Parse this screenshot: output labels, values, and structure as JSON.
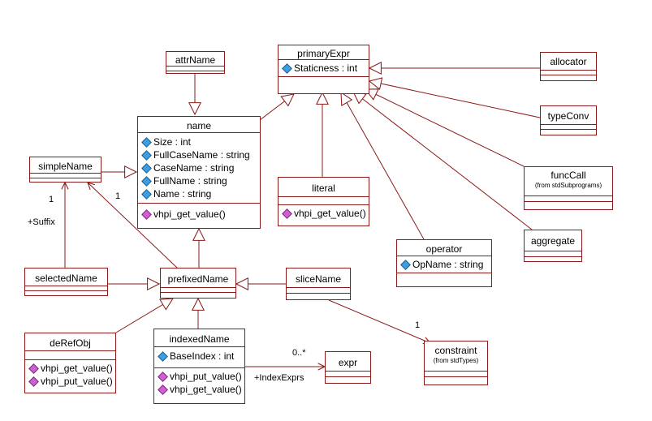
{
  "classes": {
    "primaryExpr": {
      "name": "primaryExpr",
      "attrs": [
        "Staticness : int"
      ]
    },
    "attrName": {
      "name": "attrName"
    },
    "allocator": {
      "name": "allocator"
    },
    "typeConv": {
      "name": "typeConv"
    },
    "name": {
      "name": "name",
      "attrs": [
        "Size : int",
        "FullCaseName : string",
        "CaseName : string",
        "FullName : string",
        "Name : string"
      ],
      "ops": [
        "vhpi_get_value()"
      ]
    },
    "simpleName": {
      "name": "simpleName"
    },
    "literal": {
      "name": "literal",
      "ops": [
        "vhpi_get_value()"
      ]
    },
    "funcCall": {
      "name": "funcCall",
      "sub": "(from stdSubprograms)"
    },
    "operator": {
      "name": "operator",
      "attrs": [
        "OpName : string"
      ]
    },
    "aggregate": {
      "name": "aggregate"
    },
    "selectedName": {
      "name": "selectedName"
    },
    "prefixedName": {
      "name": "prefixedName"
    },
    "sliceName": {
      "name": "sliceName"
    },
    "deRefObj": {
      "name": "deRefObj",
      "ops": [
        "vhpi_get_value()",
        "vhpi_put_value()"
      ]
    },
    "indexedName": {
      "name": "indexedName",
      "attrs": [
        "BaseIndex : int"
      ],
      "ops": [
        "vhpi_put_value()",
        "vhpi_get_value()"
      ]
    },
    "expr": {
      "name": "expr"
    },
    "constraint": {
      "name": "constraint",
      "sub": "(from stdTypes)"
    }
  },
  "labels": {
    "simple_mult_left": "1",
    "simple_mult_right": "1",
    "suffix": "+Suffix",
    "constraint_mult": "1",
    "expr_mult": "0..*",
    "index_exprs": "+IndexExprs"
  },
  "colors": {
    "line": "#8b1a1a",
    "attr_icon": "#3ca0e0",
    "op_icon": "#d060d0"
  }
}
